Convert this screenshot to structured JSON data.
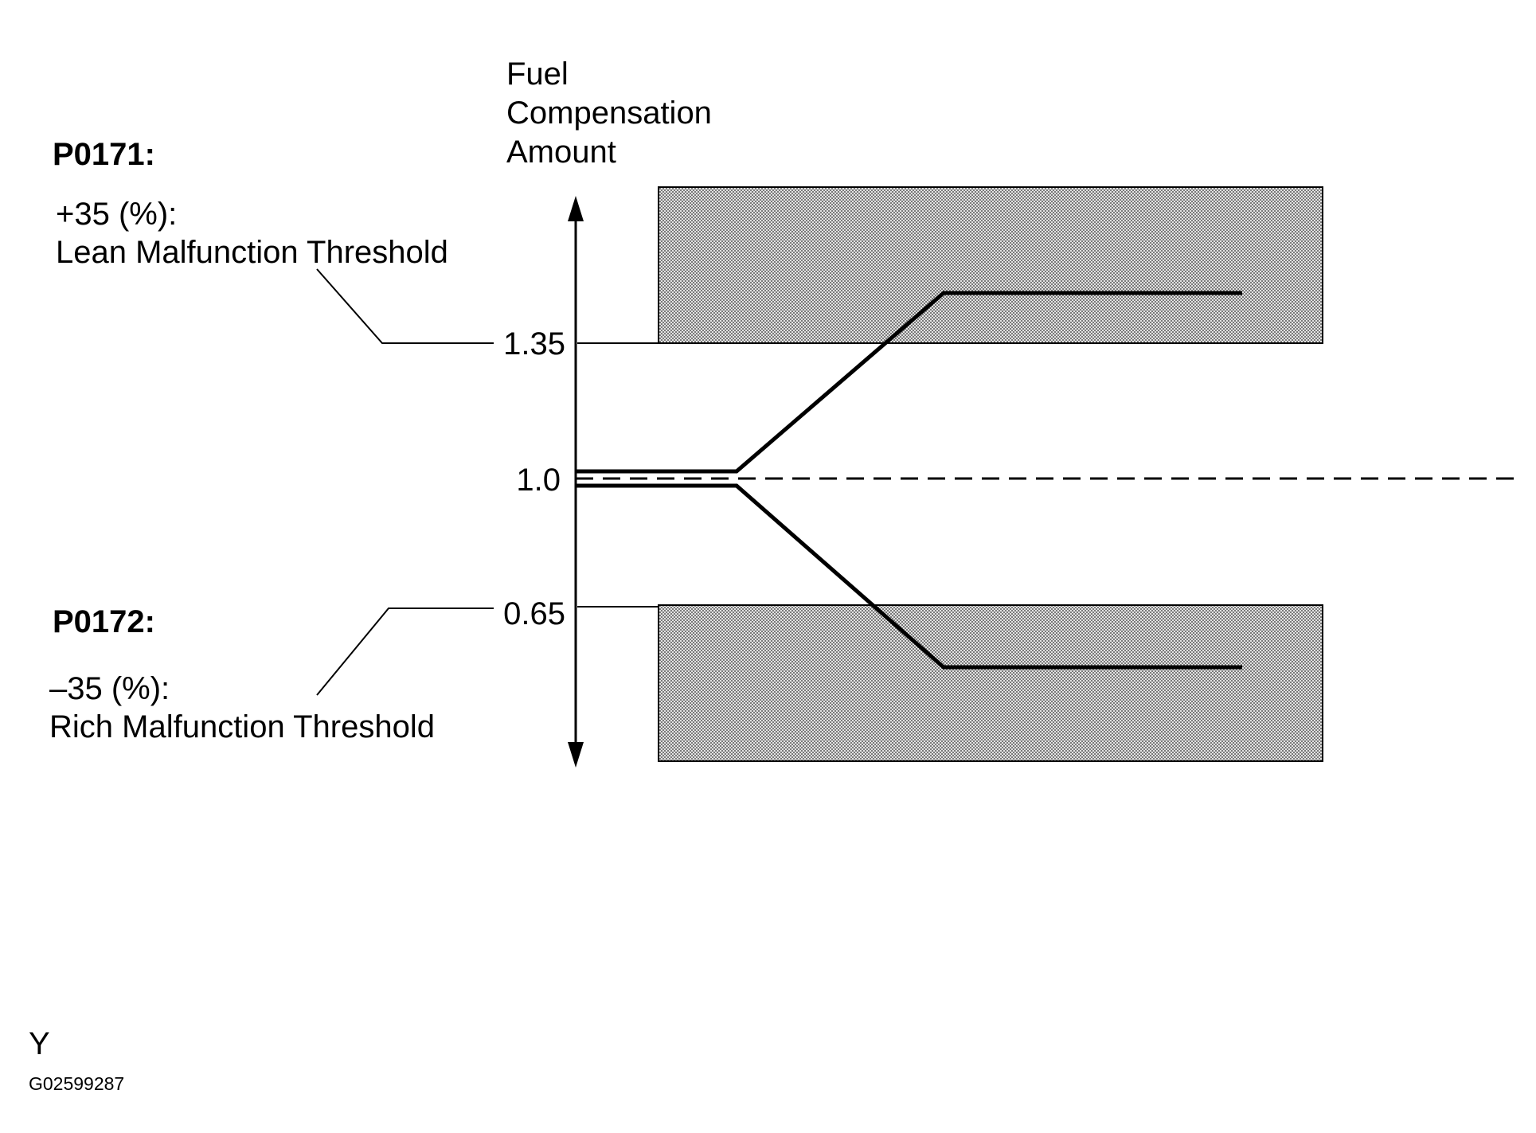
{
  "axis": {
    "title_lines": [
      "Fuel",
      "Compensation",
      "Amount"
    ],
    "ticks": [
      {
        "value": 1.35,
        "label": "1.35"
      },
      {
        "value": 1.0,
        "label": "1.0"
      },
      {
        "value": 0.65,
        "label": "0.65"
      }
    ]
  },
  "p0171": {
    "code": "P0171:",
    "value_text": "+35 (%):",
    "description": "Lean Malfunction Threshold",
    "threshold": 1.35
  },
  "p0172": {
    "code": "P0172:",
    "value_text": "–35 (%):",
    "description": "Rich Malfunction Threshold",
    "threshold": 0.65
  },
  "footer": {
    "letter": "Y",
    "figure_id": "G02599287"
  },
  "colors": {
    "line": "#000000",
    "zone_fill": "#bdbdbd",
    "background": "#ffffff"
  }
}
